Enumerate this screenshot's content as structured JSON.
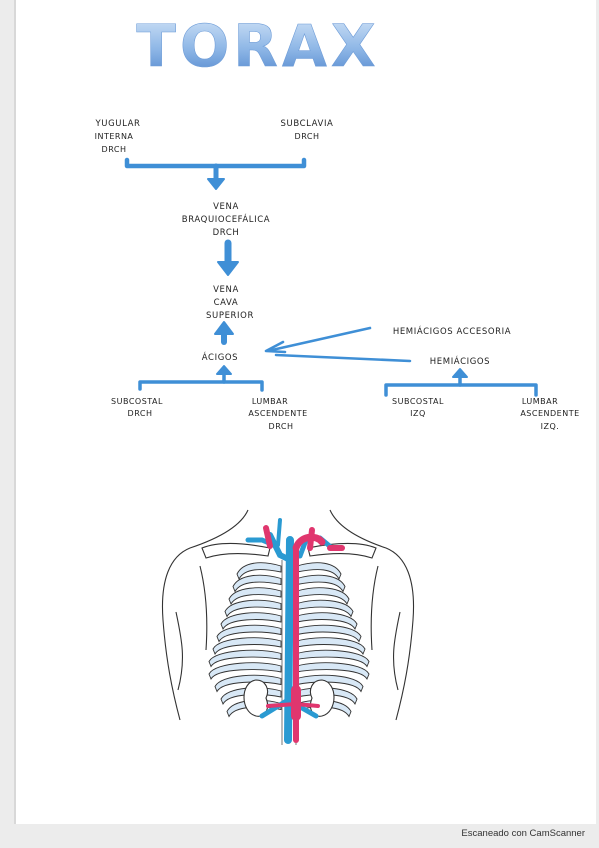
{
  "title": "TORAX",
  "nodes": {
    "yugular": [
      "YUGULAR",
      "INTERNA",
      "DRCH"
    ],
    "subclavia": [
      "SUBCLAVIA",
      "DRCH"
    ],
    "braquiocefalica": [
      "VENA",
      "BRAQUIOCEFÁLICA",
      "DRCH"
    ],
    "vena_cava": [
      "VENA",
      "CAVA",
      "SUPERIOR"
    ],
    "acigos": "ÁCIGOS",
    "hemiacigos_accesoria": "HEMIÁCIGOS  ACCESORIA",
    "hemiacigos": "HEMIÁCIGOS",
    "subcostal_drch": [
      "SUBCOSTAL",
      "DRCH"
    ],
    "lumbar_drch": [
      "LUMBAR",
      "ASCENDENTE",
      "DRCH"
    ],
    "subcostal_izq": [
      "SUBCOSTAL",
      "IZQ"
    ],
    "lumbar_izq": [
      "LUMBAR",
      "ASCENDENTE",
      "IZQ."
    ]
  },
  "colors": {
    "arrow": "#3f8fd6",
    "title_light": "#bcd6f2",
    "title_dark": "#5b8fd0",
    "vein_blue": "#2a9ad2",
    "artery_red": "#e0366e",
    "rib_blue": "#b8d6ef"
  },
  "footer": "Escaneado con CamScanner"
}
